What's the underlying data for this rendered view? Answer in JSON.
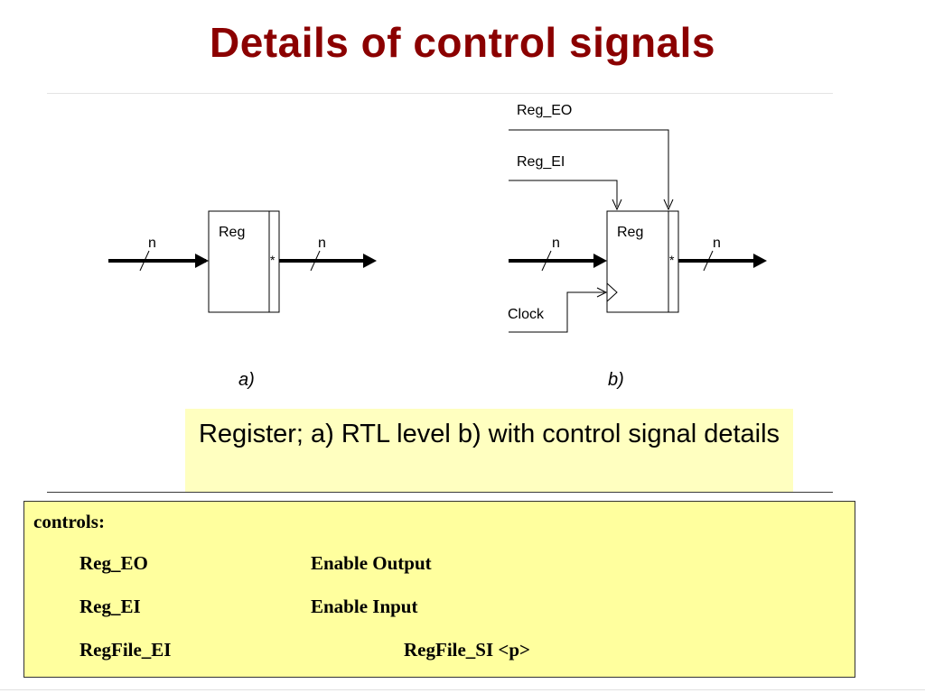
{
  "title": "Details of control signals",
  "diagram_a": {
    "block_label": "Reg",
    "input_width": "n",
    "output_width": "n",
    "marker": "*",
    "caption": "a)"
  },
  "diagram_b": {
    "block_label": "Reg",
    "input_width": "n",
    "output_width": "n",
    "marker": "*",
    "signal_eo": "Reg_EO",
    "signal_ei": "Reg_EI",
    "signal_clock": "Clock",
    "caption": "b)"
  },
  "figure_caption": "Register; a) RTL level b) with control signal details",
  "controls_box": {
    "heading": "controls:",
    "rows": [
      {
        "signal": "Reg_EO",
        "meaning": "Enable Output"
      },
      {
        "signal": "Reg_EI",
        "meaning": "Enable Input"
      },
      {
        "signal": "RegFile_EI",
        "meaning": "RegFile_SI <p>"
      }
    ]
  }
}
